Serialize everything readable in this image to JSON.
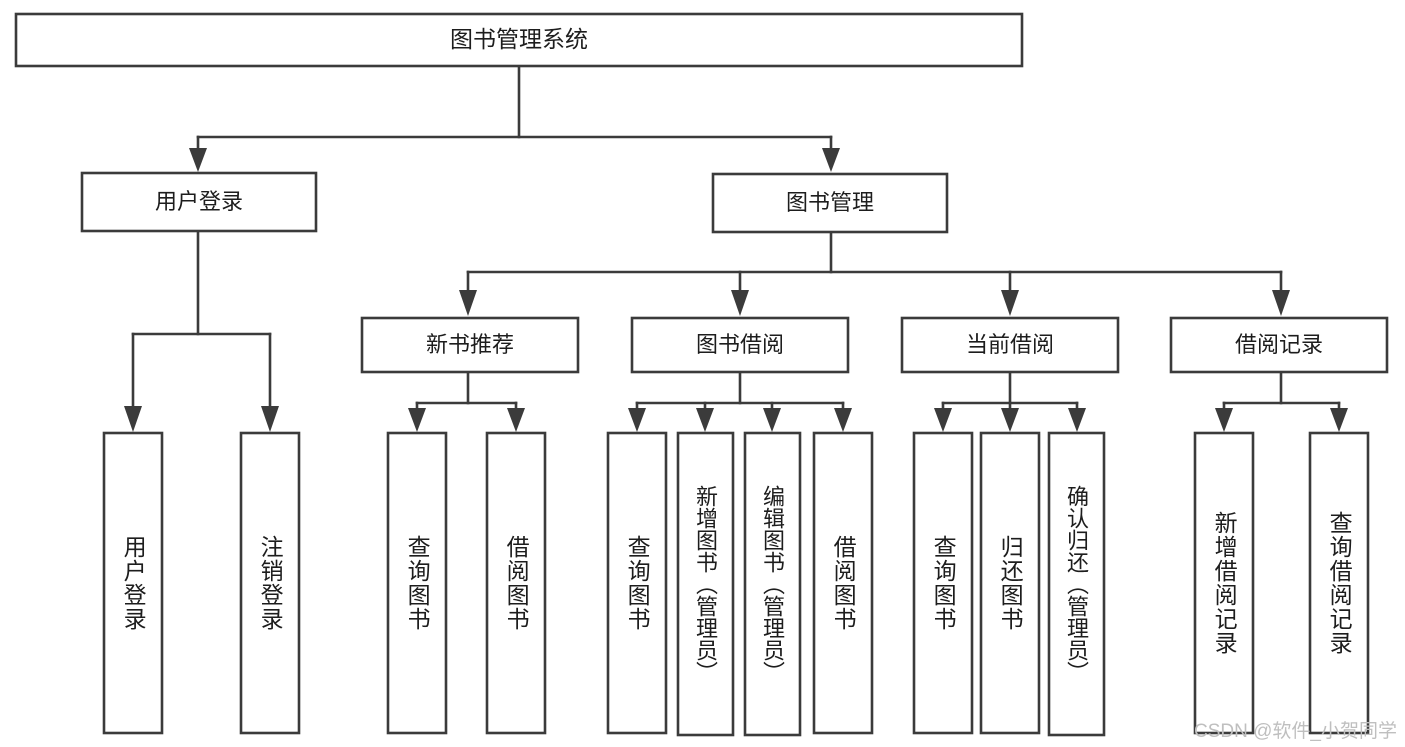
{
  "diagram": {
    "type": "tree",
    "title": "图书管理系统",
    "watermark": "CSDN @软件_小贺同学",
    "colors": {
      "box_stroke": "#3b3b3b",
      "box_fill": "#ffffff",
      "text": "#1d1d1d",
      "background": "#ffffff",
      "watermark": "#bfbfbf"
    },
    "root": {
      "label": "图书管理系统"
    },
    "level2": [
      {
        "label": "用户登录"
      },
      {
        "label": "图书管理"
      }
    ],
    "level3": [
      {
        "label": "新书推荐"
      },
      {
        "label": "图书借阅"
      },
      {
        "label": "当前借阅"
      },
      {
        "label": "借阅记录"
      }
    ],
    "leaves": {
      "user_login": [
        {
          "label": "用户登录"
        },
        {
          "label": "注销登录"
        }
      ],
      "new_book_recommend": [
        {
          "label": "查询图书"
        },
        {
          "label": "借阅图书"
        }
      ],
      "book_borrow": [
        {
          "label": "查询图书"
        },
        {
          "label": "新增图书（管理员）"
        },
        {
          "label": "编辑图书（管理员）"
        },
        {
          "label": "借阅图书"
        }
      ],
      "current_borrow": [
        {
          "label": "查询图书"
        },
        {
          "label": "归还图书"
        },
        {
          "label": "确认归还（管理员）"
        }
      ],
      "borrow_record": [
        {
          "label": "新增借阅记录"
        },
        {
          "label": "查询借阅记录"
        }
      ]
    }
  }
}
